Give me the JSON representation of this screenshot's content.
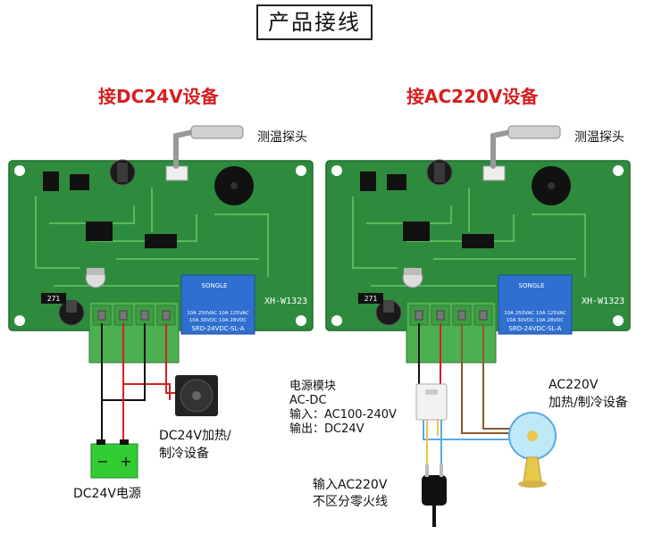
{
  "title": "产品接线",
  "left": {
    "heading": "接DC24V设备",
    "probe_label": "测温探头",
    "board_model": "XH-W1323",
    "relay": {
      "brand": "SONGLE",
      "rating1": "10A 250VAC  10A 125VAC",
      "rating2": "10A  30VDC  10A  28VDC",
      "model": "SRD-24VDC-SL-A"
    },
    "resistor": "271",
    "device_label_line1": "DC24V加热/",
    "device_label_line2": "制冷设备",
    "battery_minus": "−",
    "battery_plus": "+",
    "power_label": "DC24V电源"
  },
  "right": {
    "heading": "接AC220V设备",
    "probe_label": "测温探头",
    "board_model": "XH-W1323",
    "relay": {
      "brand": "SONGLE",
      "rating1": "10A 250VAC  10A 125VAC",
      "rating2": "10A  30VDC  10A  28VDC",
      "model": "SRD-24VDC-SL-A"
    },
    "resistor": "271",
    "module_label": [
      "电源模块",
      "AC-DC",
      "输入：AC100-240V",
      "输出：DC24V"
    ],
    "device_label_line1": "AC220V",
    "device_label_line2": "加热/制冷设备",
    "plug_label_line1": "输入AC220V",
    "plug_label_line2": "不区分零火线"
  },
  "colors": {
    "pcb": "#2e8b3e",
    "pcb_trace": "#5fbf60",
    "terminal": "#4caf50",
    "heading": "#d42020",
    "wire_red": "#d42020",
    "wire_black": "#111111",
    "wire_brown": "#8b5a2b",
    "wire_blue": "#5aa9e6",
    "wire_yellow": "#e6c84a",
    "relay": "#2f6fd0",
    "battery": "#33cc33"
  }
}
